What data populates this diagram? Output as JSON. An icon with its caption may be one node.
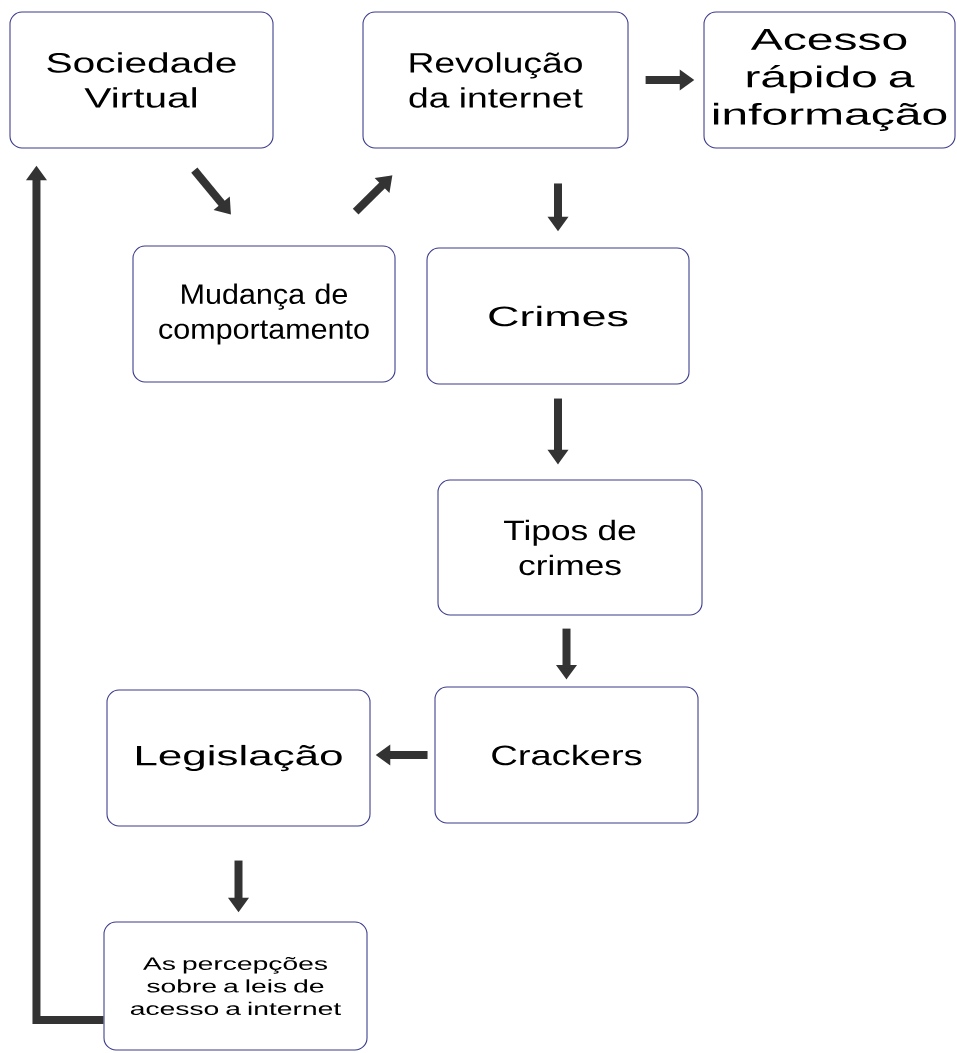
{
  "diagram": {
    "nodes": [
      {
        "text": [
          "Sociedade Virtual"
        ]
      },
      {
        "text": [
          "Revolução da internet"
        ]
      },
      {
        "text": [
          "Acesso rápido a informação"
        ]
      },
      {
        "text": [
          "Mudança de comportamento"
        ]
      },
      {
        "text": [
          "Crimes"
        ]
      },
      {
        "text": [
          "Tipos de crimes"
        ]
      },
      {
        "text": [
          "Legislação"
        ]
      },
      {
        "text": [
          "Crackers"
        ]
      },
      {
        "text": [
          "As percepções sobre a leis de acesso a internet"
        ]
      }
    ],
    "edges": [
      {
        "from": 0,
        "to": 3,
        "arrow": "to"
      },
      {
        "from": 3,
        "to": 1,
        "arrow": "to"
      },
      {
        "from": 1,
        "to": 2,
        "arrow": "to"
      },
      {
        "from": 1,
        "to": 4,
        "arrow": "to"
      },
      {
        "from": 4,
        "to": 5,
        "arrow": "to"
      },
      {
        "from": 5,
        "to": 7,
        "arrow": "to"
      },
      {
        "from": 7,
        "to": 6,
        "arrow": "to"
      },
      {
        "from": 6,
        "to": 8,
        "arrow": "to"
      },
      {
        "from": 8,
        "to": 0,
        "arrow": "to"
      }
    ]
  }
}
